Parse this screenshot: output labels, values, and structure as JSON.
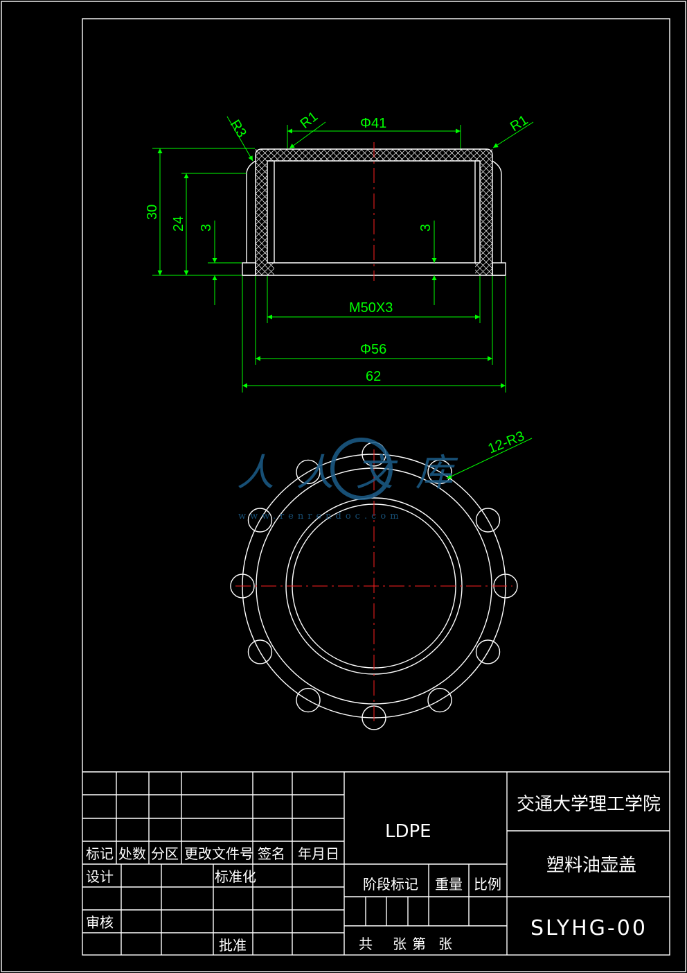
{
  "colors": {
    "background": "#000000",
    "outline": "#ffffff",
    "dimension": "#00ff00",
    "centerline": "#ff2020",
    "watermark": "#1c5d8a"
  },
  "section_view": {
    "dims": {
      "dia_top": "Φ41",
      "r1_left": "R1",
      "r1_right": "R1",
      "r3": "R3",
      "height_total": "30",
      "height_inner": "24",
      "step_left": "3",
      "step_right": "3",
      "thread": "M50X3",
      "dia_outer": "Φ56",
      "width_total": "62"
    }
  },
  "plan_view": {
    "note": "12-R3"
  },
  "watermark": {
    "text": "人人文库",
    "url": "www.renrendoc.com"
  },
  "title_block": {
    "headers": {
      "mark": "标记",
      "count": "处数",
      "zone": "分区",
      "doc_no": "更改文件号",
      "sign": "签名",
      "date": "年月日"
    },
    "design": "设计",
    "standardize": "标准化",
    "review": "审核",
    "approve": "批准",
    "material": "LDPE",
    "stage_mark": "阶段标记",
    "weight": "重量",
    "scale": "比例",
    "sheets": {
      "total": "共",
      "sheet1": "张",
      "nth": "第",
      "sheet2": "张"
    },
    "school": "交通大学理工学院",
    "part_name": "塑料油壶盖",
    "drawing_no": "SLYHG-00"
  }
}
